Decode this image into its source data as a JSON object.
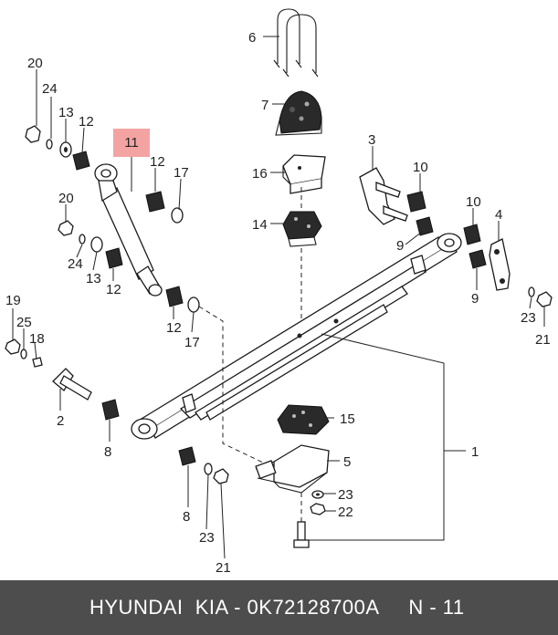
{
  "footer": {
    "caption": "HYUNDAI  KIA - 0K72128700A     N - 11"
  },
  "highlight": {
    "number": "11",
    "color": "#f4a3a3"
  },
  "part_numbers": {
    "p6": "6",
    "p7": "7",
    "p16": "16",
    "p14": "14",
    "p15": "15",
    "p3": "3",
    "p10a": "10",
    "p10b": "10",
    "p9a": "9",
    "p9b": "9",
    "p4": "4",
    "p20a": "20",
    "p24a": "24",
    "p13a": "13",
    "p12a": "12",
    "p12b": "12",
    "p17a": "17",
    "p20b": "20",
    "p24b": "24",
    "p13b": "13",
    "p12c": "12",
    "p12d": "12",
    "p17b": "17",
    "p19": "19",
    "p25": "25",
    "p18": "18",
    "p2": "2",
    "p8a": "8",
    "p8b": "8",
    "p23a": "23",
    "p21a": "21",
    "p5": "5",
    "p23b": "23",
    "p22": "22",
    "p1": "1",
    "p23c": "23",
    "p21b": "21"
  },
  "colors": {
    "footer_bg": "#4d4d4d",
    "footer_text": "#ffffff",
    "ink": "#1a1a1a"
  }
}
